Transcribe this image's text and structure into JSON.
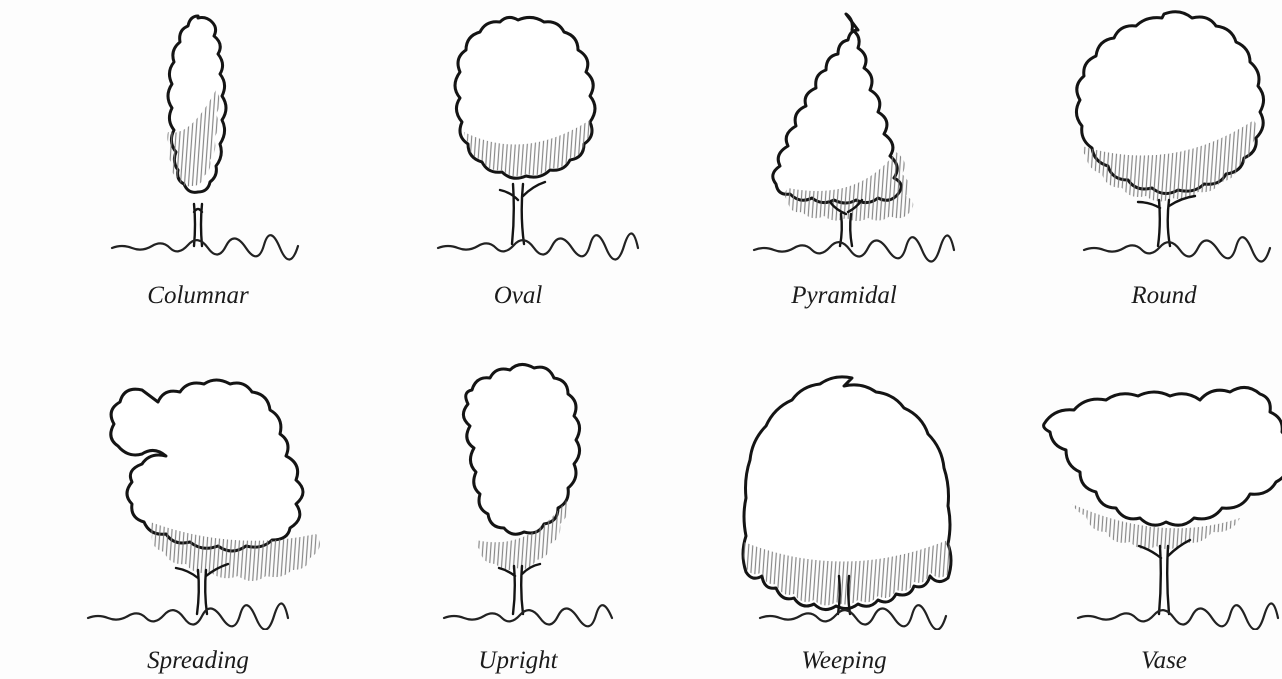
{
  "figure": {
    "forms": [
      {
        "label": "Columnar"
      },
      {
        "label": "Oval"
      },
      {
        "label": "Pyramidal"
      },
      {
        "label": "Round"
      },
      {
        "label": "Spreading"
      },
      {
        "label": "Upright"
      },
      {
        "label": "Weeping"
      },
      {
        "label": "Vase"
      }
    ]
  },
  "colors": {
    "ink": "#141414",
    "shading": "#8a8a8a",
    "paper": "#fdfdfd"
  }
}
